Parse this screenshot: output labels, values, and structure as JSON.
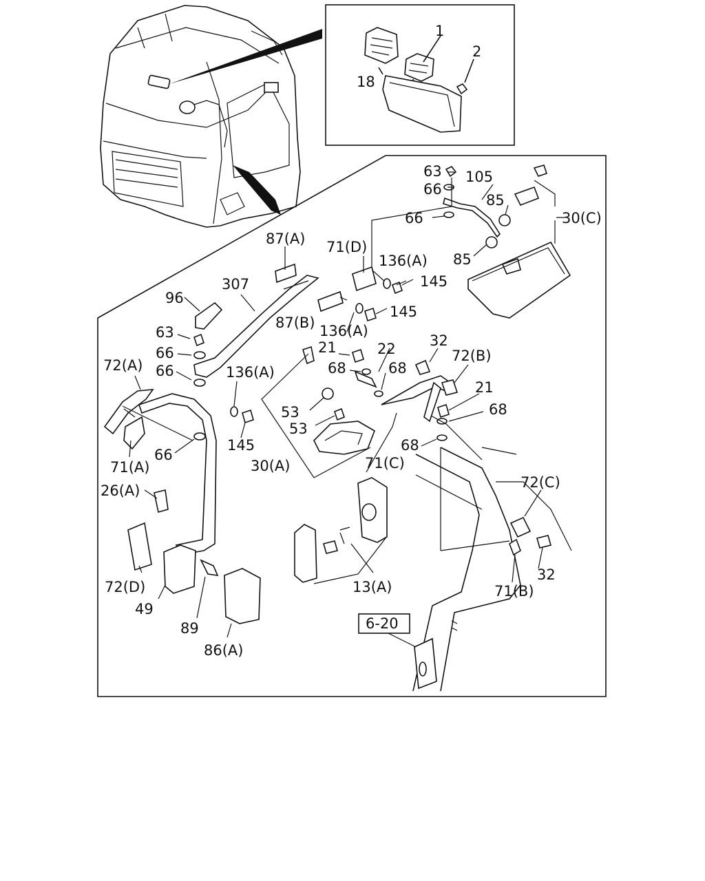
{
  "callouts": {
    "c1": "1",
    "c2": "2",
    "c18": "18",
    "c63a": "63",
    "c66a": "66",
    "c105": "105",
    "c85a": "85",
    "c66b": "66",
    "c30c": "30(C)",
    "c85b": "85",
    "c87a": "87(A)",
    "c71d": "71(D)",
    "c136a1": "136(A)",
    "c145a": "145",
    "c307": "307",
    "c96": "96",
    "c87b": "87(B)",
    "c136a2": "136(A)",
    "c145b": "145",
    "c63b": "63",
    "c66c": "66",
    "c66d": "66",
    "c72a": "72(A)",
    "c136a3": "136(A)",
    "c145c": "145",
    "c66e": "66",
    "c71a": "71(A)",
    "c21a": "21",
    "c22": "22",
    "c68a": "68",
    "c68b": "68",
    "c32a": "32",
    "c72b": "72(B)",
    "c21b": "21",
    "c68c": "68",
    "c68d": "68",
    "c53a": "53",
    "c53b": "53",
    "c30a": "30(A)",
    "c71c": "71(C)",
    "c26a": "26(A)",
    "c72d": "72(D)",
    "c49": "49",
    "c89": "89",
    "c86a": "86(A)",
    "c13a": "13(A)",
    "c72c": "72(C)",
    "c32b": "32",
    "c71b": "71(B)",
    "ref": "6-20"
  }
}
